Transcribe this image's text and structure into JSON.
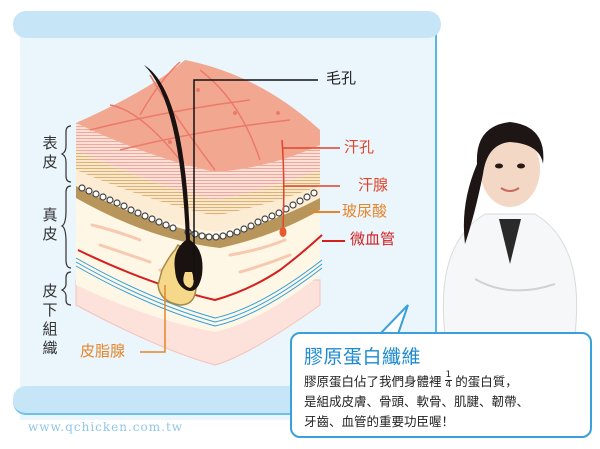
{
  "footer": {
    "site_url": "www.qchicken.com.tw"
  },
  "left_labels": {
    "epidermis": "表皮",
    "dermis": "真皮",
    "subcutaneous": "皮下組織"
  },
  "structure_labels": {
    "hair_pore": "毛孔",
    "sweat_pore": "汗孔",
    "sweat_gland": "汗腺",
    "hyaluronic_acid": "玻尿酸",
    "capillary": "微血管",
    "sebaceous_gland": "皮脂腺"
  },
  "callout": {
    "title": "膠原蛋白纖維",
    "line1_pre": "膠原蛋白佔了我們身體裡",
    "fraction_num": "1",
    "fraction_den": "4",
    "line1_post": "的蛋白質，",
    "line2": "是組成皮膚、骨頭、軟骨、肌腱、韌帶、",
    "line3": "牙齒、血管的重要功臣喔！"
  },
  "colors": {
    "panel_bg": "#eaf5fc",
    "scroll_bar": "#c6e6f8",
    "accent_blue": "#1b8ad0",
    "label_red": "#e0452c",
    "label_orange": "#e8852a",
    "label_crimson": "#d41f1f",
    "skin_top": "#f2a890"
  },
  "figure": {
    "name": "doctor-portrait",
    "description": "woman in white lab coat, arms crossed"
  }
}
